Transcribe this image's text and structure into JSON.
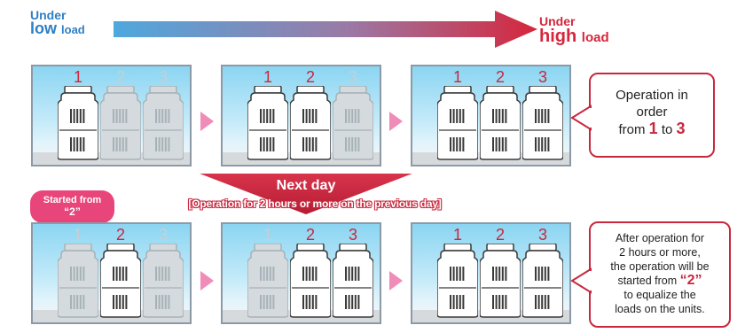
{
  "top": {
    "low_line1": "Under",
    "low_big": "low",
    "low_small": "load",
    "high_line1": "Under",
    "high_big": "high",
    "high_small": "load"
  },
  "rows": [
    {
      "panels": [
        {
          "units": [
            {
              "n": "1",
              "active": true
            },
            {
              "n": "2",
              "active": false
            },
            {
              "n": "3",
              "active": false
            }
          ]
        },
        {
          "units": [
            {
              "n": "1",
              "active": true
            },
            {
              "n": "2",
              "active": true
            },
            {
              "n": "3",
              "active": false
            }
          ]
        },
        {
          "units": [
            {
              "n": "1",
              "active": true
            },
            {
              "n": "2",
              "active": true
            },
            {
              "n": "3",
              "active": true
            }
          ]
        }
      ]
    },
    {
      "panels": [
        {
          "units": [
            {
              "n": "1",
              "active": false
            },
            {
              "n": "2",
              "active": true
            },
            {
              "n": "3",
              "active": false
            }
          ]
        },
        {
          "units": [
            {
              "n": "1",
              "active": false
            },
            {
              "n": "2",
              "active": true
            },
            {
              "n": "3",
              "active": true
            }
          ]
        },
        {
          "units": [
            {
              "n": "1",
              "active": true
            },
            {
              "n": "2",
              "active": true
            },
            {
              "n": "3",
              "active": true
            }
          ]
        }
      ]
    }
  ],
  "callout1": {
    "line1": "Operation in",
    "line2": "order",
    "from": "from",
    "first": "1",
    "to": "to",
    "last": "3"
  },
  "next_day": {
    "title": "Next day",
    "note": "[Operation for 2 hours or more on the previous day]"
  },
  "badge": {
    "line1": "Started from",
    "line2": "“2”"
  },
  "callout2": {
    "l1": "After operation for",
    "l2": "2 hours or more,",
    "l3": "the operation will be",
    "l4a": "started from",
    "l4b": "“2”",
    "l5": "to equalize the",
    "l6": "loads on the units."
  },
  "colors": {
    "accent_red": "#c8283e",
    "low_blue": "#2f7fc4",
    "step_pink": "#f08cb8",
    "badge_pink": "#e8457a"
  }
}
